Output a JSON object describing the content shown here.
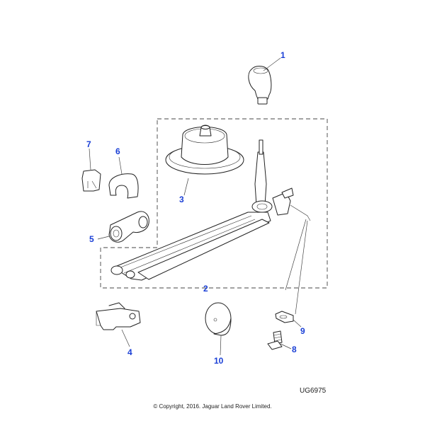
{
  "diagram": {
    "title_ref": "UG6975",
    "copyright": "© Copyright, 2016. Jaguar Land Rover Limited.",
    "accent_color": "#1a3fd6",
    "callouts": [
      {
        "id": "1",
        "label": "1",
        "part": "gear-knob"
      },
      {
        "id": "2",
        "label": "2",
        "part": "gear-lever-assembly"
      },
      {
        "id": "3",
        "label": "3",
        "part": "gaiter-boot"
      },
      {
        "id": "4",
        "label": "4",
        "part": "bracket"
      },
      {
        "id": "5",
        "label": "5",
        "part": "universal-joint"
      },
      {
        "id": "6",
        "label": "6",
        "part": "bush"
      },
      {
        "id": "7",
        "label": "7",
        "part": "clip"
      },
      {
        "id": "8",
        "label": "8",
        "part": "bolt"
      },
      {
        "id": "9",
        "label": "9",
        "part": "nut-clip"
      },
      {
        "id": "10",
        "label": "10",
        "part": "grommet"
      }
    ]
  }
}
